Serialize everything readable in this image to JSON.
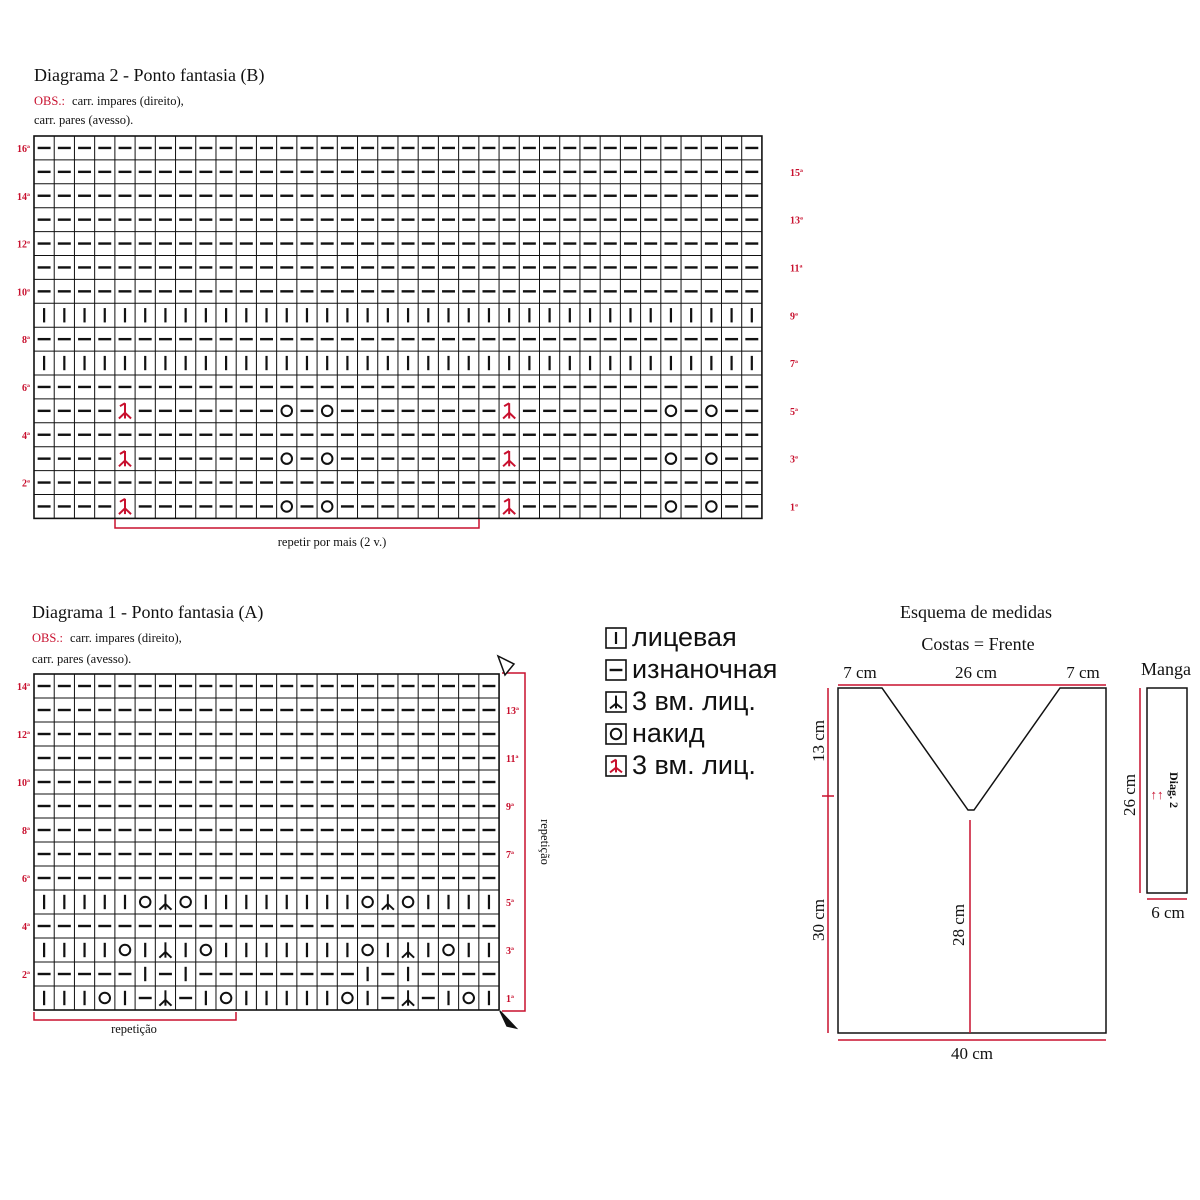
{
  "colors": {
    "ink": "#111111",
    "accent": "#c8102e",
    "paper": "#ffffff"
  },
  "symbol_legend": {
    "K": "knit-bar",
    "P": "purl-dash",
    "Y": "yarn-over-circle",
    "T": "three-together-knit",
    "R": "three-together-knit-red"
  },
  "diagram2": {
    "title": "Diagrama 2 - Ponto fantasia (B)",
    "obs_label": "OBS.:",
    "obs_text1": "carr. impares (direito),",
    "obs_text2": "carr. pares (avesso).",
    "left_labels": [
      "16ª",
      "14ª",
      "12ª",
      "10ª",
      "8ª",
      "6ª",
      "4ª",
      "2ª"
    ],
    "right_labels": [
      "15ª",
      "13ª",
      "11ª",
      "9ª",
      "7ª",
      "5ª",
      "3ª",
      "1ª"
    ],
    "repeat_text": "repetir por mais (2 v.)",
    "rows": [
      "PPPPPPPPPPPPPPPPPPPPPPPPPPPPPPPPPPPP",
      "PPPPPPPPPPPPPPPPPPPPPPPPPPPPPPPPPPPP",
      "PPPPPPPPPPPPPPPPPPPPPPPPPPPPPPPPPPPP",
      "PPPPPPPPPPPPPPPPPPPPPPPPPPPPPPPPPPPP",
      "PPPPPPPPPPPPPPPPPPPPPPPPPPPPPPPPPPPP",
      "PPPPPPPPPPPPPPPPPPPPPPPPPPPPPPPPPPPP",
      "PPPPPPPPPPPPPPPPPPPPPPPPPPPPPPPPPPPP",
      "KKKKKKKKKKKKKKKKKKKKKKKKKKKKKKKKKKKK",
      "PPPPPPPPPPPPPPPPPPPPPPPPPPPPPPPPPPPP",
      "KKKKKKKKKKKKKKKKKKKKKKKKKKKKKKKKKKKK",
      "PPPPPPPPPPPPPPPPPPPPPPPPPPPPPPPPPPPP",
      "PPPPRPPPPPPPYPYPPPPPPPPRPPPPPPPYPYPP",
      "PPPPPPPPPPPPPPPPPPPPPPPPPPPPPPPPPPPP",
      "PPPPRPPPPPPPYPYPPPPPPPPRPPPPPPPYPYPP",
      "PPPPPPPPPPPPPPPPPPPPPPPPPPPPPPPPPPPP",
      "PPPPRPPPPPPPYPYPPPPPPPPRPPPPPPPYPYPP"
    ]
  },
  "diagram1": {
    "title": "Diagrama 1 - Ponto fantasia (A)",
    "obs_label": "OBS.:",
    "obs_text1": "carr. impares (direito),",
    "obs_text2": "carr. pares (avesso).",
    "left_labels": [
      "14ª",
      "12ª",
      "10ª",
      "8ª",
      "6ª",
      "4ª",
      "2ª"
    ],
    "right_labels": [
      "13ª",
      "11ª",
      "9ª",
      "7ª",
      "5ª",
      "3ª",
      "1ª"
    ],
    "side_text": "repetição",
    "bottom_text": "repetição",
    "rows": [
      "PPPPPPPPPPPPPPPPPPPPPPP",
      "PPPPPPPPPPPPPPPPPPPPPPP",
      "PPPPPPPPPPPPPPPPPPPPPPP",
      "PPPPPPPPPPPPPPPPPPPPPPP",
      "PPPPPPPPPPPPPPPPPPPPPPP",
      "PPPPPPPPPPPPPPPPPPPPPPP",
      "PPPPPPPPPPPPPPPPPPPPPPP",
      "PPPPPPPPPPPPPPPPPPPPPPP",
      "PPPPPPPPPPPPPPPPPPPPPPP",
      "KKKKKYTYKKKKKKKKYTYKKKK",
      "PPPPPPPPPPPPPPPPPPPPPPP",
      "KKKKYKTKYKKKKKKKYKTKYKK",
      "PPPPPKPKPPPPPPPPKPKPPPP",
      "KKKYKPTPKYKKKKKYKPTPKYK"
    ]
  },
  "legend": {
    "items": [
      {
        "sym": "K",
        "text": "лицевая"
      },
      {
        "sym": "P",
        "text": "изнаночная"
      },
      {
        "sym": "T",
        "text": "3 вм. лиц."
      },
      {
        "sym": "Y",
        "text": "накид"
      },
      {
        "sym": "R",
        "text": "3 вм. лиц."
      }
    ]
  },
  "schema": {
    "title": "Esquema de medidas",
    "subtitle": "Costas = Frente",
    "dim_top_left": "7 cm",
    "dim_top_mid": "26 cm",
    "dim_top_right": "7 cm",
    "dim_v_depth": "13 cm",
    "dim_lower": "30 cm",
    "dim_center": "28 cm",
    "dim_bottom": "40 cm"
  },
  "sleeve": {
    "title": "Manga",
    "dim_height": "26 cm",
    "dim_width": "6 cm",
    "pattern_label": "Diag. 2",
    "arrows": "↑↑"
  }
}
